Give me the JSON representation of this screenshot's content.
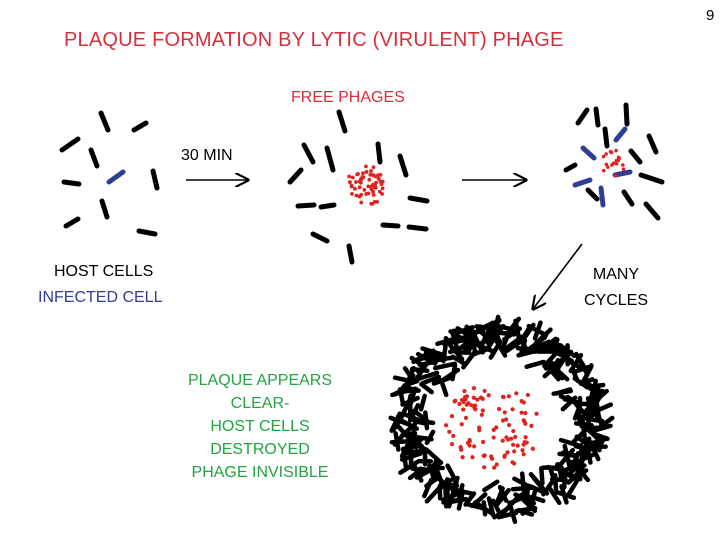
{
  "slide": {
    "page_number": "9",
    "title": "PLAQUE FORMATION BY LYTIC (VIRULENT) PHAGE"
  },
  "labels": {
    "free_phages": "FREE PHAGES",
    "time": "30 MIN",
    "host_cells": "HOST CELLS",
    "infected_cell": "INFECTED CELL",
    "many_cycles": [
      "MANY",
      "CYCLES"
    ],
    "plaque_description": [
      "PLAQUE APPEARS",
      "CLEAR-",
      "HOST CELLS",
      "DESTROYED",
      "PHAGE INVISIBLE"
    ]
  },
  "colors": {
    "title": "#d5303a",
    "phage_dots": "#e0231f",
    "infected_cell": "#2f3d94",
    "plaque_text": "#23a342",
    "bacteria": "#000000"
  }
}
